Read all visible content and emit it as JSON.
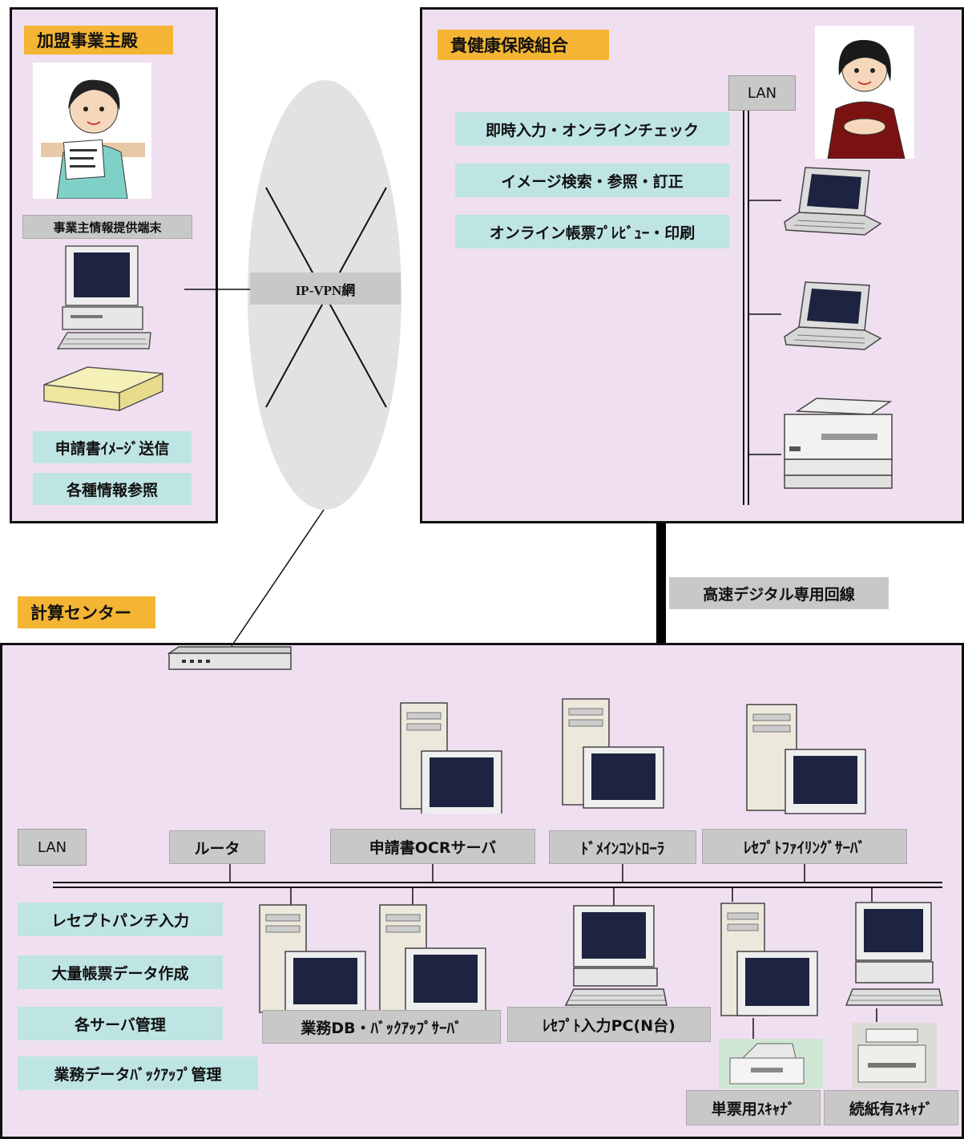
{
  "member": {
    "title": "加盟事業主殿",
    "terminal": "事業主情報提供端末",
    "functions": [
      "申請書ｲﾒｰｼﾞ送信",
      "各種情報参照"
    ]
  },
  "network": {
    "label": "IP-VPN網"
  },
  "insurer": {
    "title": "貴健康保険組合",
    "lan": "LAN",
    "functions": [
      "即時入力・オンラインチェック",
      "イメージ検索・参照・訂正",
      "オンライン帳票ﾌﾟﾚﾋﾞｭｰ・印刷"
    ]
  },
  "line": {
    "label": "高速デジタル専用回線"
  },
  "center": {
    "title": "計算センター",
    "lan": "LAN",
    "router": "ルータ",
    "servers": [
      "申請書OCRサーバ",
      "ﾄﾞﾒｲﾝｺﾝﾄﾛｰﾗ",
      "ﾚｾﾌﾟﾄﾌｧｲﾘﾝｸﾞｻｰﾊﾞ"
    ],
    "lower": [
      "業務DB・ﾊﾞｯｸｱｯﾌﾟｻｰﾊﾞ",
      "ﾚｾﾌﾟﾄ入力PC(N台)",
      "単票用ｽｷｬﾅﾞ",
      "続紙有ｽｷｬﾅﾞ"
    ],
    "functions": [
      "レセプトパンチ入力",
      "大量帳票データ作成",
      "各サーバ管理",
      "業務データﾊﾞｯｸｱｯﾌﾟ管理"
    ]
  },
  "colors": {
    "panel": "#f0dff0",
    "title_bg": "#f3b533",
    "function_bg": "#bfe4e4",
    "label_bg": "#c8c8c8"
  }
}
